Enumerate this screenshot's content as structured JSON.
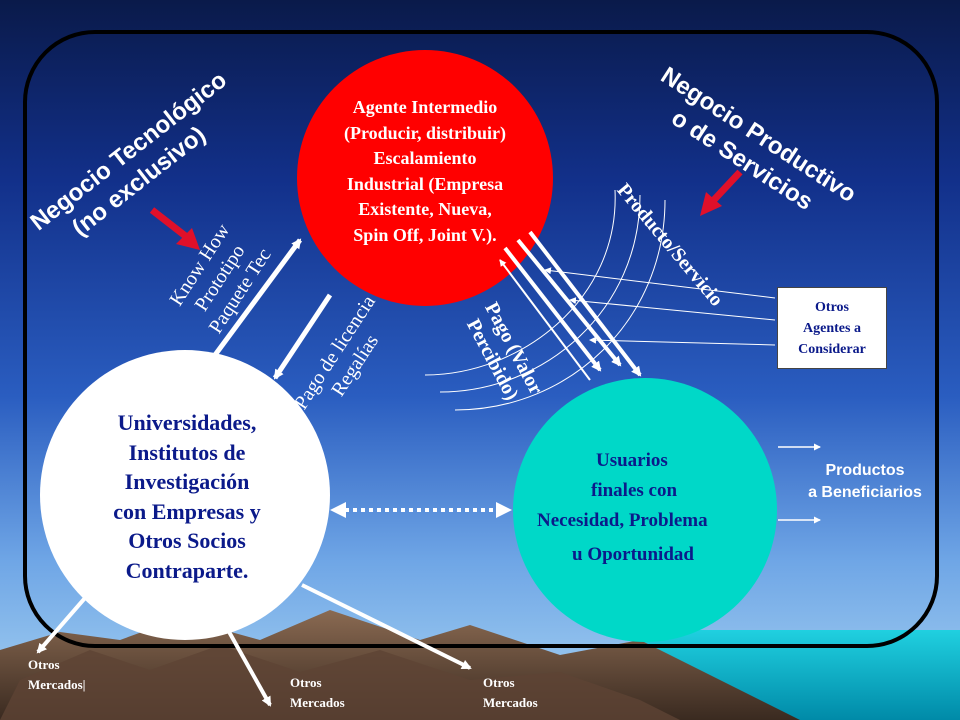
{
  "center_agent": {
    "lines": [
      "Agente Intermedio",
      "(Producir, distribuir)",
      "Escalamiento",
      "Industrial (Empresa",
      "Existente, Nueva,",
      "Spin Off, Joint V.)."
    ]
  },
  "universities": {
    "lines": [
      "Universidades,",
      "Institutos de",
      "Investigación",
      "con Empresas y",
      "Otros Socios",
      "Contraparte."
    ]
  },
  "end_users": {
    "lines": [
      "Usuarios",
      "finales con",
      "Necesidad, Problema",
      "u Oportunidad"
    ]
  },
  "tech_business": {
    "lines": [
      "Negocio Tecnológico",
      "(no exclusivo)"
    ]
  },
  "productive_business": {
    "lines": [
      "Negocio Productivo",
      "o de Servicios"
    ]
  },
  "flows": {
    "know_how": [
      "Know How",
      "Prototipo",
      "Paquete Tec"
    ],
    "license": [
      "Pago de licencia",
      "Regalías"
    ],
    "payment": [
      "Pago (Valor",
      "Percibido)"
    ],
    "product_service": "Producto/Servicio"
  },
  "other_agents": {
    "lines": [
      "Otros",
      "Agentes a",
      "Considerar"
    ]
  },
  "products_beneficiaries": {
    "lines": [
      "Productos",
      "a Beneficiarios"
    ]
  },
  "markets": {
    "left": [
      "Otros",
      "Mercados|"
    ],
    "middle": [
      "Otros",
      "Mercados"
    ],
    "right": [
      "Otros",
      "Mercados"
    ]
  },
  "colors": {
    "agent_circle": "#ff0000",
    "university_circle": "#ffffff",
    "users_circle": "#00d8c8",
    "text_blue": "#0b1a8a",
    "red_arrow": "#e0102a"
  }
}
